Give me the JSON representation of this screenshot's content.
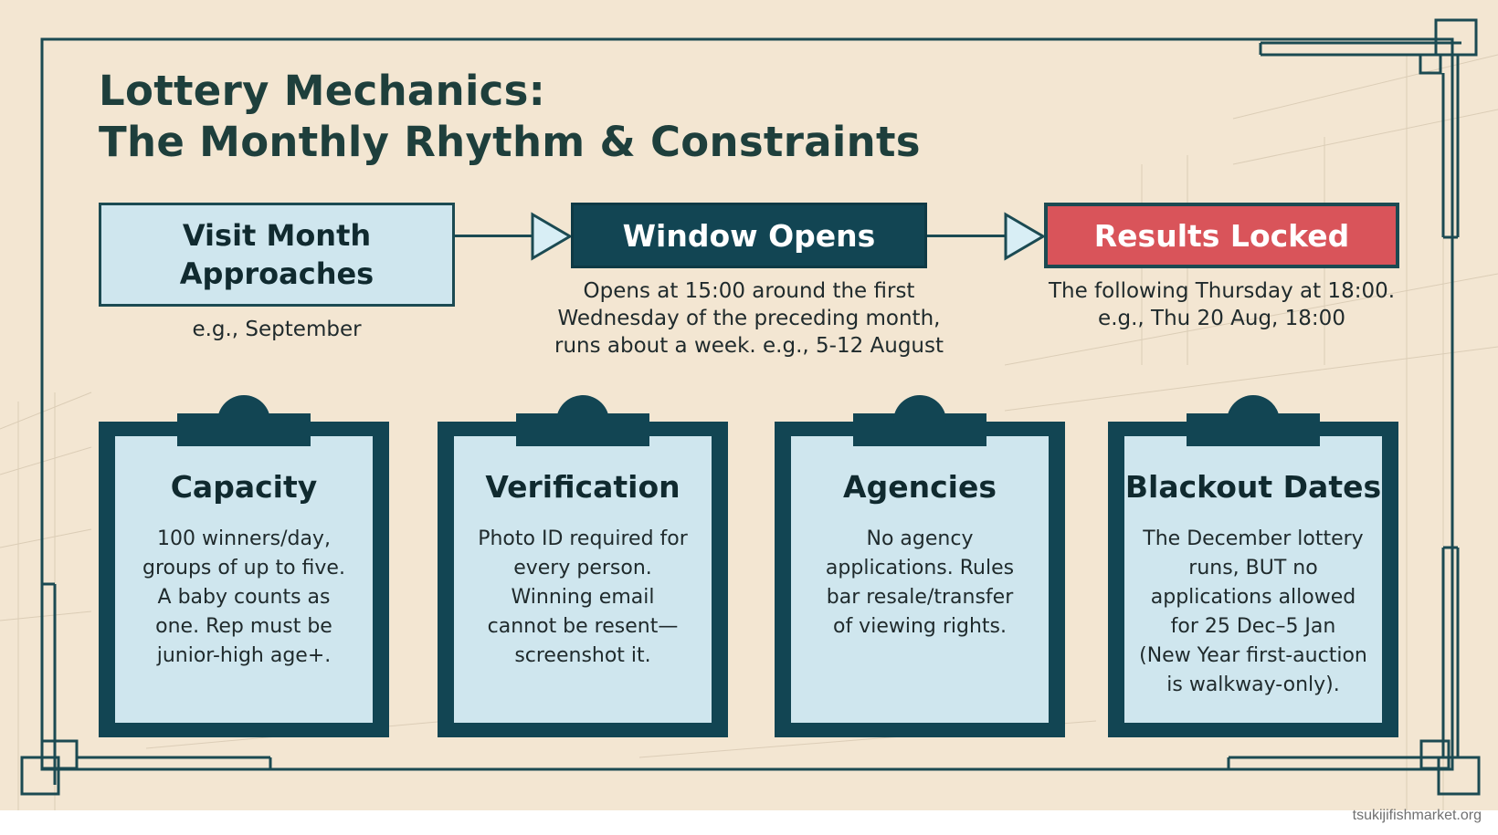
{
  "title": {
    "line1": "Lottery Mechanics:",
    "line2": "The Monthly Rhythm & Constraints"
  },
  "flow": [
    {
      "label_line1": "Visit Month",
      "label_line2": "Approaches",
      "caption": [
        "e.g., September"
      ]
    },
    {
      "label": "Window Opens",
      "caption": [
        "Opens at 15:00 around the first",
        "Wednesday of the preceding month,",
        "runs about a week. e.g., 5-12 August"
      ]
    },
    {
      "label": "Results Locked",
      "caption": [
        "The following Thursday at 18:00.",
        "e.g., Thu 20 Aug, 18:00"
      ]
    }
  ],
  "cards": [
    {
      "title": "Capacity",
      "body": [
        "100 winners/day,",
        "groups of up to five.",
        "A baby counts as",
        "one. Rep must be",
        "junior-high age+."
      ]
    },
    {
      "title": "Verification",
      "body": [
        "Photo ID required for",
        "every person.",
        "Winning email",
        "cannot be resent—",
        "screenshot it."
      ]
    },
    {
      "title": "Agencies",
      "body": [
        "No agency",
        "applications. Rules",
        "bar resale/transfer",
        "of viewing rights."
      ]
    },
    {
      "title": "Blackout Dates",
      "body": [
        "The December lottery",
        "runs, BUT no",
        "applications allowed",
        "for 25 Dec–5 Jan",
        "(New Year first-auction",
        "is walkway-only)."
      ]
    }
  ],
  "footer": {
    "site": "tsukijifishmarket.org"
  },
  "colors": {
    "background": "#f3e6d2",
    "dark_teal": "#124553",
    "light_blue": "#cfe6ee",
    "accent_red": "#d9545a",
    "title_text": "#1e3f3c"
  }
}
